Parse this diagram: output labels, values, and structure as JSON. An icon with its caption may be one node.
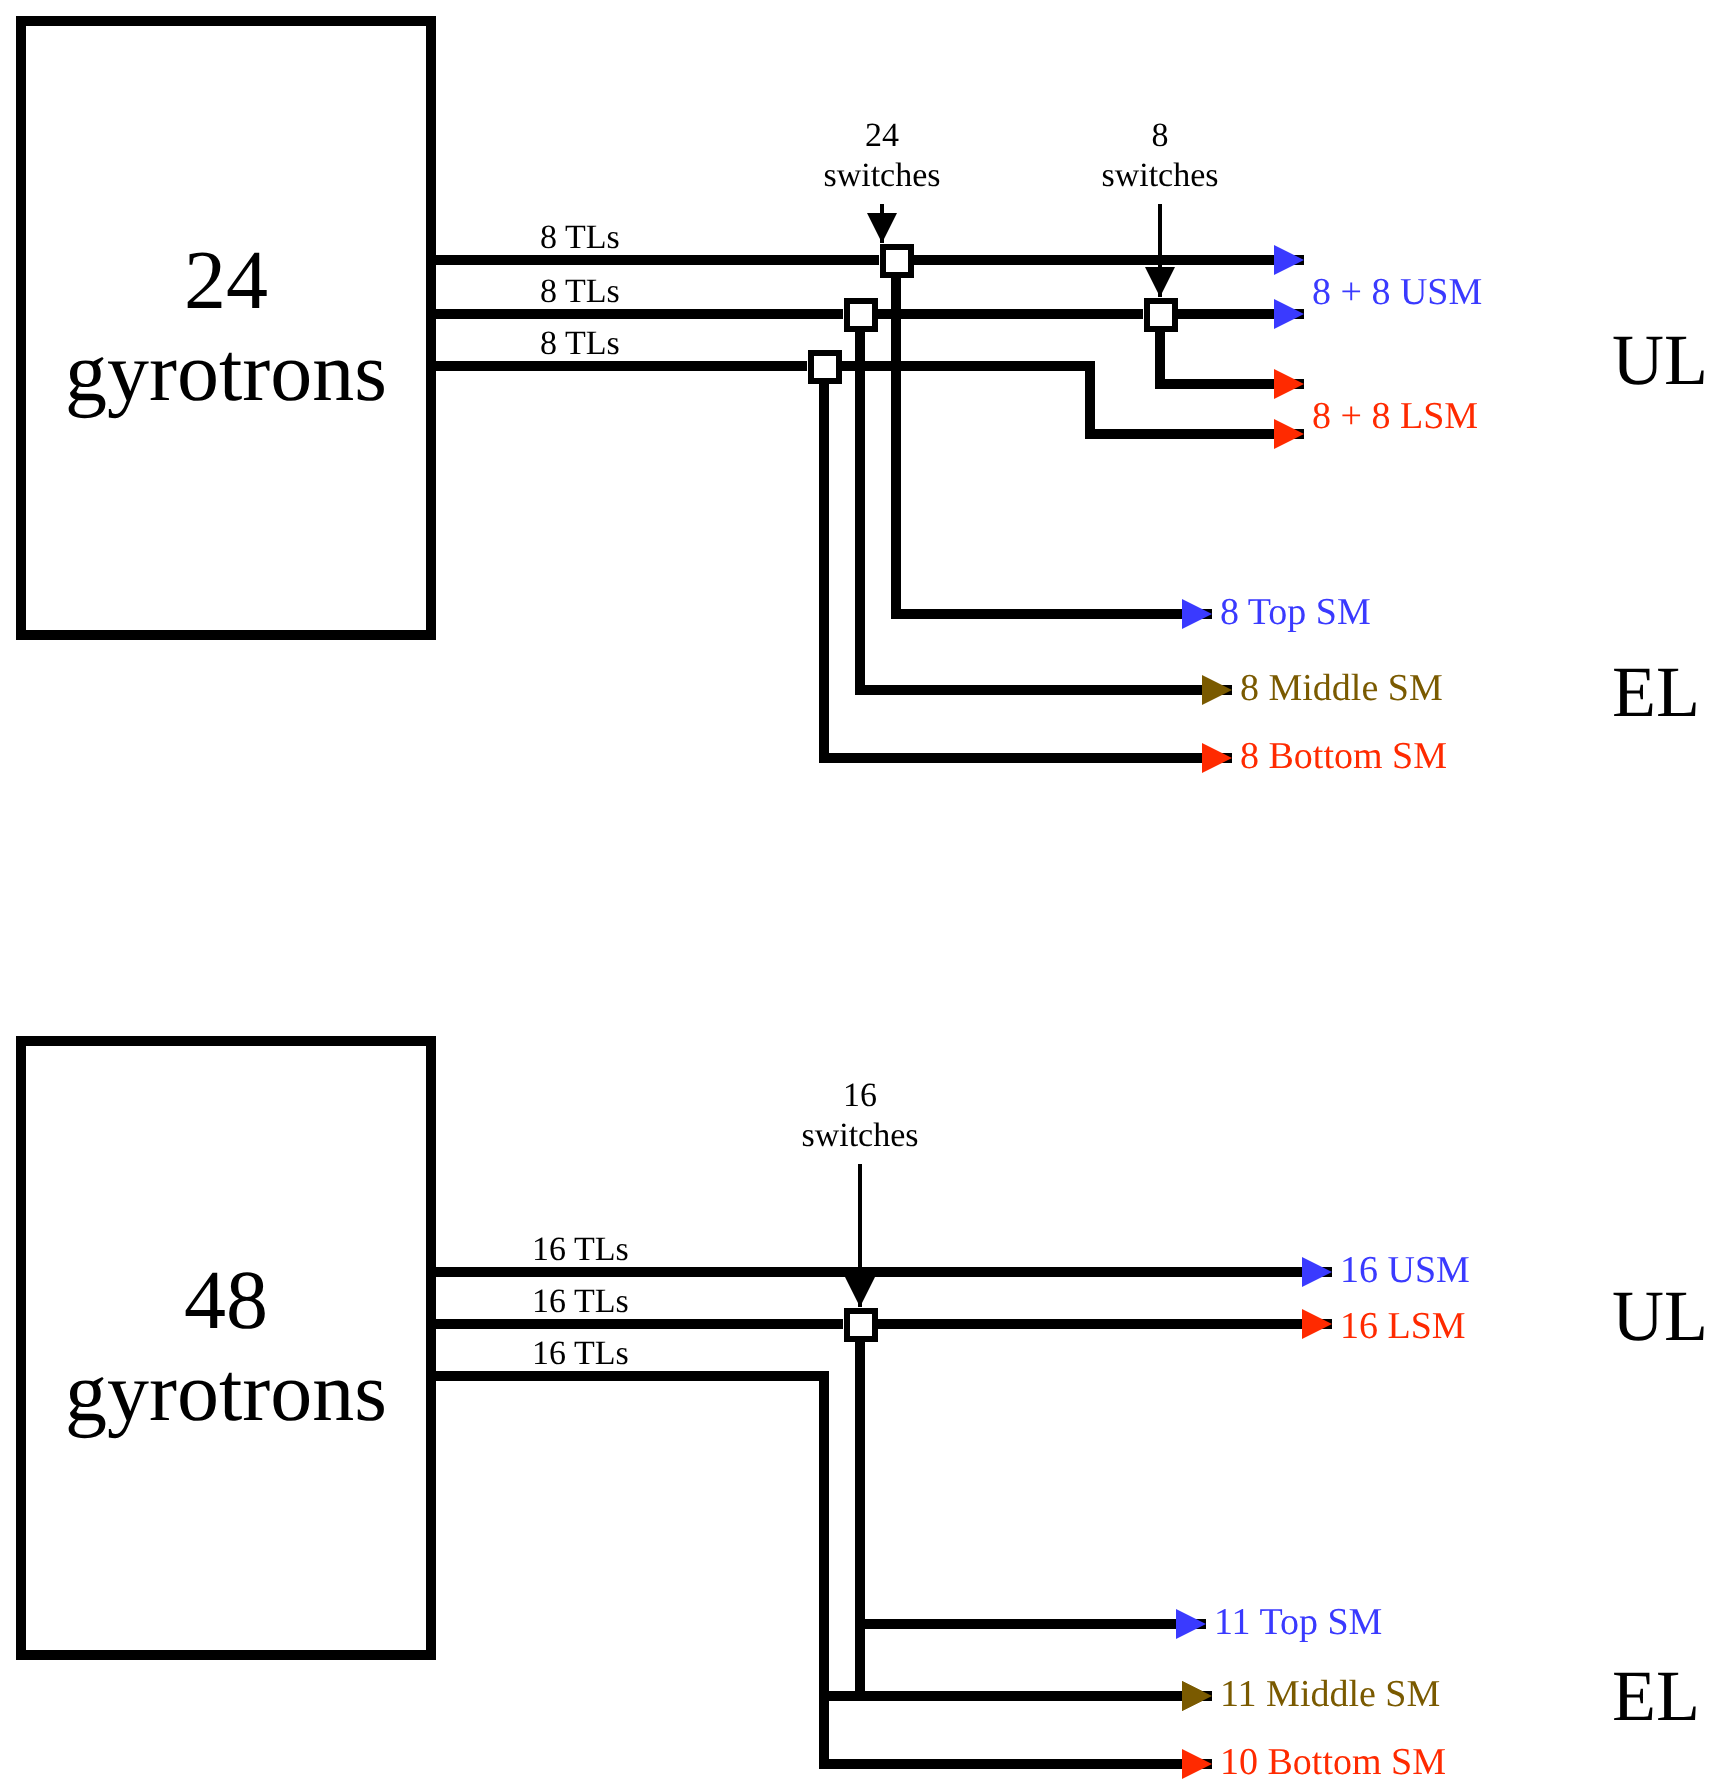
{
  "diagram": {
    "nodes": [
      {
        "text": [
          "24 gyrotrons"
        ]
      },
      {
        "text": [
          "24 switches"
        ]
      },
      {
        "text": [
          "8 switches"
        ]
      },
      {
        "text": [],
        "shape": "box"
      },
      {
        "text": [],
        "shape": "box"
      },
      {
        "text": [],
        "shape": "box"
      },
      {
        "text": [],
        "shape": "box"
      },
      {
        "text": [
          "8 + 8 USM"
        ]
      },
      {
        "text": [
          "8 + 8 LSM"
        ]
      },
      {
        "text": [
          "8 Top SM"
        ]
      },
      {
        "text": [
          "8 Middle SM"
        ]
      },
      {
        "text": [
          "8 Bottom SM"
        ]
      },
      {
        "text": [
          "48 gyrotrons"
        ]
      },
      {
        "text": [
          "16 switches"
        ]
      },
      {
        "text": [],
        "shape": "box"
      },
      {
        "text": [
          "16 USM"
        ]
      },
      {
        "text": [
          "16 LSM"
        ]
      },
      {
        "text": [
          "11 Top SM"
        ]
      },
      {
        "text": [
          "11 Middle SM"
        ]
      },
      {
        "text": [
          "10 Bottom SM"
        ]
      }
    ],
    "edges": [
      {
        "from": 0,
        "to": 3,
        "arrow": "none",
        "label": "8 TLs"
      },
      {
        "from": 0,
        "to": 4,
        "arrow": "none",
        "label": "8 TLs"
      },
      {
        "from": 0,
        "to": 5,
        "arrow": "none",
        "label": "8 TLs"
      },
      {
        "from": 3,
        "to": 7,
        "arrow": "to"
      },
      {
        "from": 4,
        "to": 6,
        "arrow": "none"
      },
      {
        "from": 6,
        "to": 7,
        "arrow": "to"
      },
      {
        "from": 6,
        "to": 8,
        "arrow": "to"
      },
      {
        "from": 5,
        "to": 8,
        "arrow": "to"
      },
      {
        "from": 3,
        "to": 9,
        "arrow": "to"
      },
      {
        "from": 4,
        "to": 10,
        "arrow": "to"
      },
      {
        "from": 5,
        "to": 11,
        "arrow": "to"
      },
      {
        "from": 1,
        "to": 3,
        "arrow": "to"
      },
      {
        "from": 2,
        "to": 6,
        "arrow": "to"
      },
      {
        "from": 12,
        "to": 15,
        "arrow": "to",
        "label": "16 TLs"
      },
      {
        "from": 12,
        "to": 14,
        "arrow": "none",
        "label": "16 TLs"
      },
      {
        "from": 14,
        "to": 16,
        "arrow": "to"
      },
      {
        "from": 14,
        "to": 17,
        "arrow": "to"
      },
      {
        "from": 14,
        "to": 18,
        "arrow": "to"
      },
      {
        "from": 12,
        "to": 19,
        "arrow": "to",
        "label": "16 TLs"
      },
      {
        "from": 12,
        "to": 18,
        "arrow": "to"
      },
      {
        "from": 13,
        "to": 14,
        "arrow": "to"
      }
    ],
    "labels": [
      "UL",
      "EL",
      "UL",
      "EL"
    ]
  }
}
